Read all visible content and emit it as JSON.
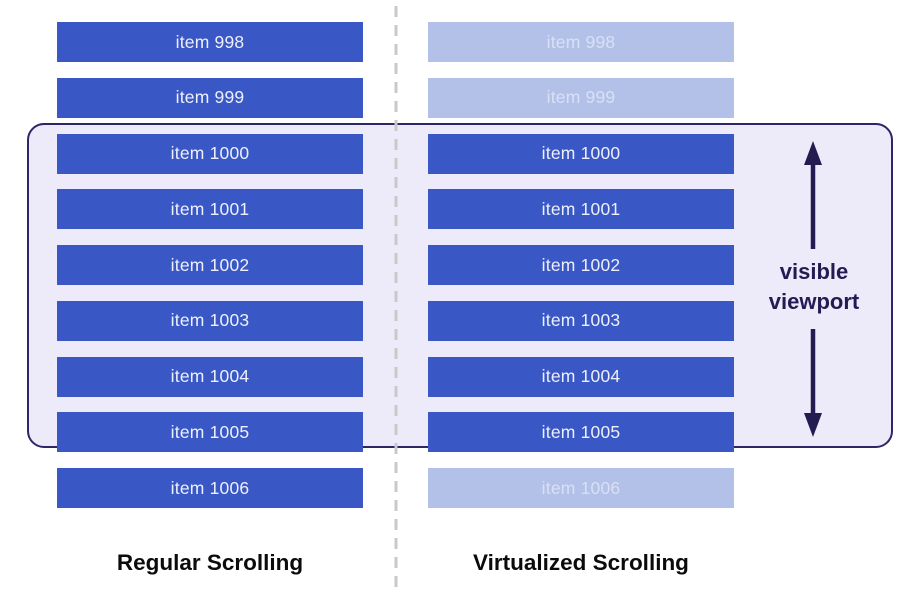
{
  "viewport": {
    "label": "visible\nviewport",
    "fill_color": "#edebf9",
    "border_color": "#2e2767",
    "arrow_color": "#221c52"
  },
  "divider": {
    "color": "#c9c9c9",
    "style": "dashed"
  },
  "left_column": {
    "caption": "Regular Scrolling",
    "items": [
      {
        "label": "item 998",
        "muted": false
      },
      {
        "label": "item 999",
        "muted": false
      },
      {
        "label": "item 1000",
        "muted": false
      },
      {
        "label": "item 1001",
        "muted": false
      },
      {
        "label": "item 1002",
        "muted": false
      },
      {
        "label": "item 1003",
        "muted": false
      },
      {
        "label": "item 1004",
        "muted": false
      },
      {
        "label": "item 1005",
        "muted": false
      },
      {
        "label": "item 1006",
        "muted": false
      }
    ]
  },
  "right_column": {
    "caption": "Virtualized Scrolling",
    "items": [
      {
        "label": "item 998",
        "muted": true
      },
      {
        "label": "item 999",
        "muted": true
      },
      {
        "label": "item 1000",
        "muted": false
      },
      {
        "label": "item 1001",
        "muted": false
      },
      {
        "label": "item 1002",
        "muted": false
      },
      {
        "label": "item 1003",
        "muted": false
      },
      {
        "label": "item 1004",
        "muted": false
      },
      {
        "label": "item 1005",
        "muted": false
      },
      {
        "label": "item 1006",
        "muted": true
      }
    ]
  },
  "colors": {
    "bar_solid": "#3a57c6",
    "bar_muted": "#b3c1e9",
    "bar_text_solid": "#edf1fb",
    "bar_text_muted": "#d9e0f5"
  }
}
